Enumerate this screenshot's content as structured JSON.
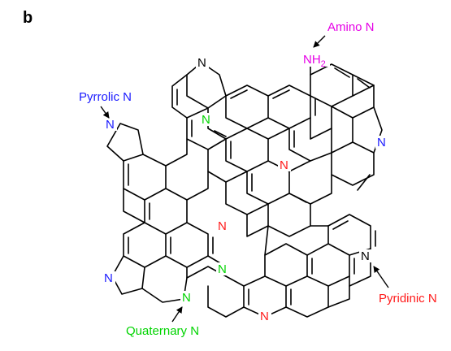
{
  "panel_label": "b",
  "annotations": {
    "amino": "Amino N",
    "pyrrolic": "Pyrrolic N",
    "pyridinic": "Pyridinic N",
    "quaternary": "Quaternary N"
  },
  "atoms": {
    "nh2": "NH",
    "nh2_sub": "2",
    "n": "N"
  },
  "colors": {
    "amino": "#e600e6",
    "pyrrolic": "#1a1aff",
    "pyridinic": "#ff1a1a",
    "quaternary": "#00d400",
    "bond": "#000000",
    "text": "#000000"
  }
}
